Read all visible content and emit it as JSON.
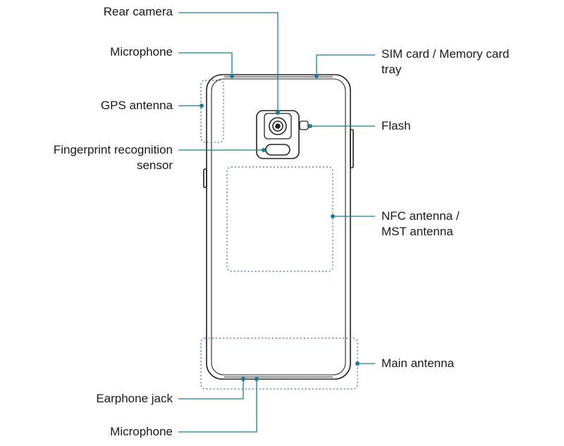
{
  "colors": {
    "callout": "#1f7a99",
    "outline": "#222222",
    "dotted": "#3a6f8a",
    "text": "#1a1a1a"
  },
  "labels": {
    "rear_camera": "Rear camera",
    "microphone_top": "Microphone",
    "gps_antenna": "GPS antenna",
    "fingerprint_line1": "Fingerprint recognition",
    "fingerprint_line2": "sensor",
    "earphone_jack": "Earphone jack",
    "microphone_bottom": "Microphone",
    "sim_line1": "SIM card / Memory card",
    "sim_line2": "tray",
    "flash": "Flash",
    "nfc_line1": "NFC antenna /",
    "nfc_line2": "MST antenna",
    "main_antenna": "Main antenna"
  }
}
